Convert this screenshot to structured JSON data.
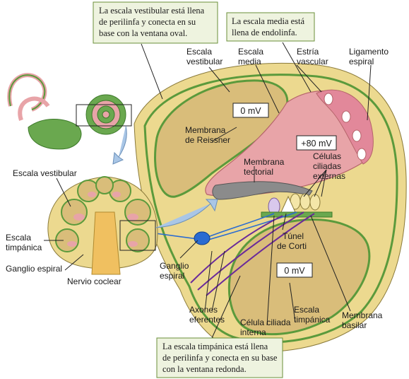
{
  "callouts": {
    "vestibular": [
      "La escala vestibular está llena",
      "de perilinfa y conecta en su",
      "base con la ventana oval."
    ],
    "media": [
      "La escala media está",
      "llena de endolinfa."
    ],
    "tympanic": [
      "La escala timpánica está llena",
      "de perilinfa y conecta en su base",
      "con la ventana redonda."
    ]
  },
  "voltages": {
    "vestibular": "0 mV",
    "media": "+80 mV",
    "tympanic": "0 mV"
  },
  "labels": {
    "escala_vestibular_top": [
      "Escala",
      "vestibular"
    ],
    "escala_media": [
      "Escala",
      "media"
    ],
    "estria_vascular": [
      "Estría",
      "vascular"
    ],
    "ligamento_espiral": [
      "Ligamento",
      "espiral"
    ],
    "membrana_reissner": [
      "Membrana",
      "de Reissner"
    ],
    "membrana_tectorial": [
      "Membrana",
      "tectorial"
    ],
    "celulas_ciliadas_externas": [
      "Células",
      "ciliadas",
      "externas"
    ],
    "tunel_corti": [
      "Túnel",
      "de Corti"
    ],
    "ganglio_espiral_right": [
      "Ganglio",
      "espiral"
    ],
    "axones_eferentes": [
      "Axones",
      "eferentes"
    ],
    "celula_ciliada_interna": [
      "Célula ciliada",
      "interna"
    ],
    "escala_timpanica_bottom": [
      "Escala",
      "timpánica"
    ],
    "membrana_basilar": [
      "Membrana",
      "basilar"
    ],
    "escala_vestibular_left": "Escala vestibular",
    "escala_timpanica_left": [
      "Escala",
      "timpánica"
    ],
    "ganglio_espiral_left": "Ganglio espiral",
    "nervio_coclear": "Nervio coclear"
  },
  "colors": {
    "perilymph_fill": "#d9bd7a",
    "outer_tissue": "#ecd98f",
    "endolymph_fill": "#e8a4a8",
    "green_border": "#5b9a3c",
    "callout_fill": "#eef3df",
    "callout_border": "#6b8f3a",
    "arrow_blue": "#a9c6e6",
    "neuron_blue": "#2a6bd1",
    "efferent_purple": "#6a2a9a"
  }
}
